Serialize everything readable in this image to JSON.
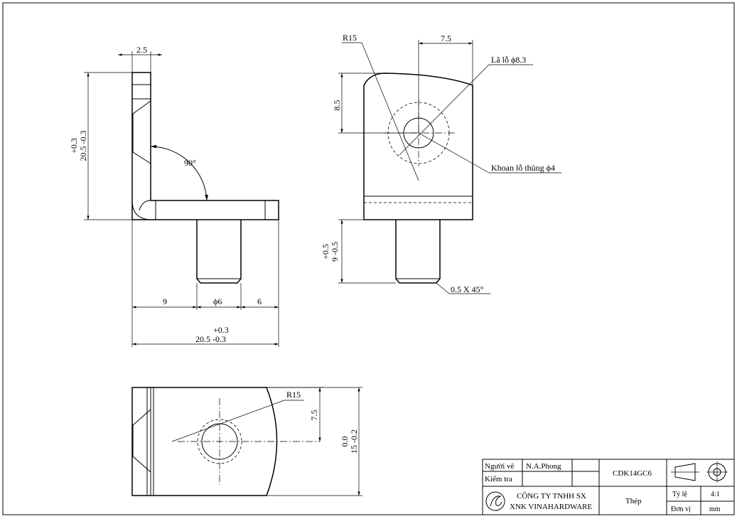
{
  "dimensions": {
    "side_thickness": "2.5",
    "side_angle": "90°",
    "side_height_tol_upper": "+0.3",
    "side_height_nominal": "20.5 -0.3",
    "side_left": "9",
    "side_pin_dia": "ϕ6",
    "side_right": "6",
    "side_length_tol_upper": "+0.3",
    "side_length_nominal": "20.5 -0.3",
    "front_radius": "R15",
    "front_offset": "7.5",
    "front_counterbore": "Lã lỗ ϕ8.3",
    "front_height": "8.5",
    "front_through_hole": "Khoan lỗ thủng ϕ4",
    "front_pin_tol_upper": "+0.5",
    "front_pin_nominal": "9 -0.5",
    "front_chamfer": "0.5 X 45°",
    "top_radius": "R15",
    "top_offset": "7.5",
    "top_width_tol_upper": "0.0",
    "top_width_nominal": "15 -0.2"
  },
  "title_block": {
    "drawn_by_label": "Người vẽ",
    "drawn_by_value": "N.A.Phong",
    "checked_by_label": "Kiểm tra",
    "checked_by_value": "",
    "part_code": "CDK14GC6",
    "company_line1": "CÔNG TY TNHH SX",
    "company_line2": "XNK VINAHARDWARE",
    "material": "Thép",
    "scale_label": "Tỷ lệ",
    "scale_value": "4:1",
    "unit_label": "Đơn vị",
    "unit_value": "mm"
  }
}
